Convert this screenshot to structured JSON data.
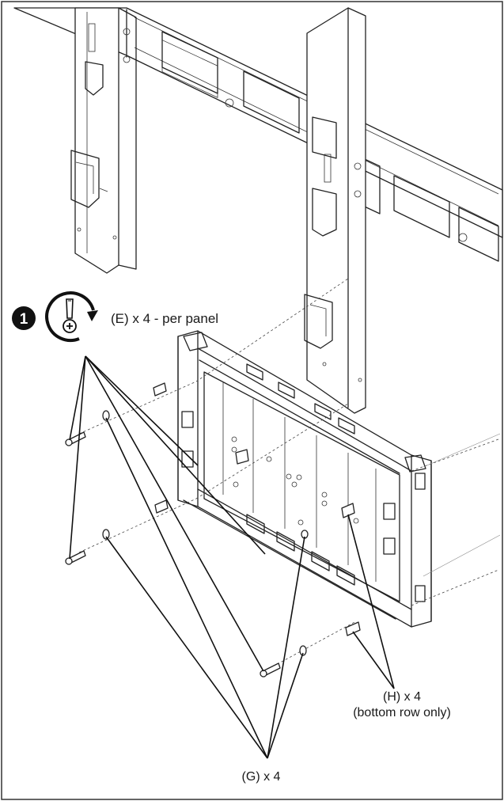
{
  "step": {
    "number": "1"
  },
  "labels": {
    "e_screws": "(E) x 4 - per panel",
    "h_pins_line1": "(H) x 4",
    "h_pins_line2": "(bottom row only)",
    "g_parts": "(G) x 4"
  },
  "icons": {
    "step_badge": "step-number-badge",
    "tool": "screwdriver-rotate-icon"
  },
  "colors": {
    "line": "#222222",
    "background": "#ffffff",
    "badge": "#111111"
  }
}
